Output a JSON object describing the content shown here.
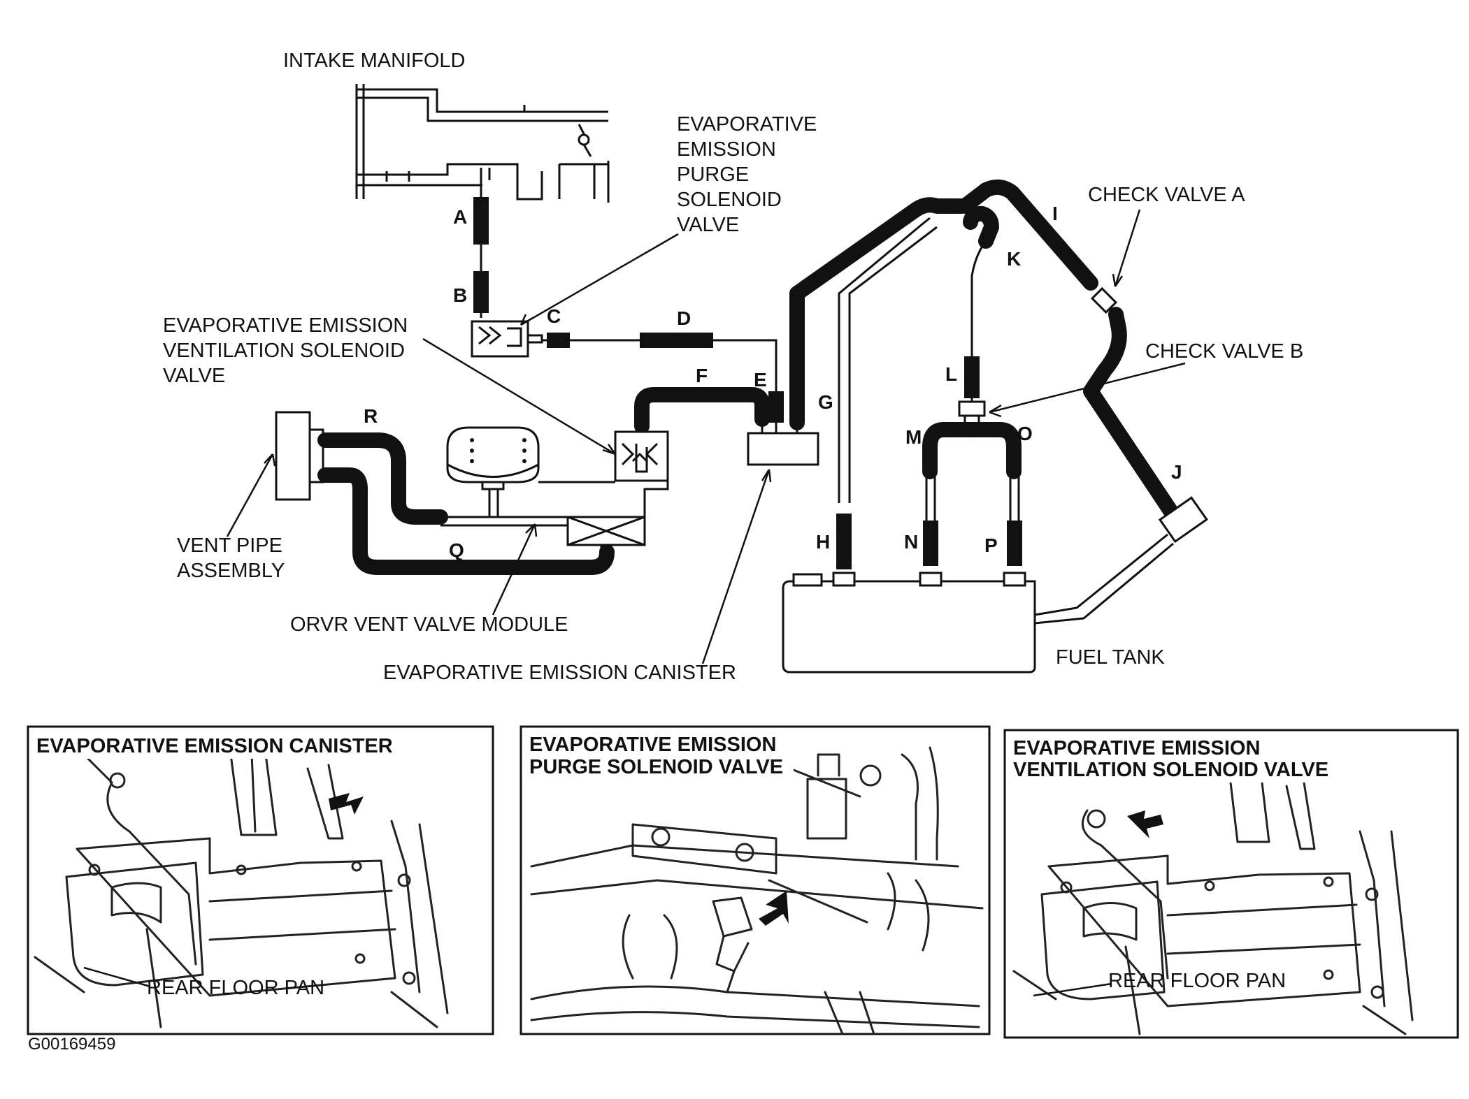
{
  "diagram": {
    "labels": {
      "intake_manifold": "INTAKE MANIFOLD",
      "purge_valve": [
        "EVAPORATIVE",
        "EMISSION",
        "PURGE",
        "SOLENOID",
        "VALVE"
      ],
      "vent_solenoid": [
        "EVAPORATIVE EMISSION",
        "VENTILATION SOLENOID",
        "VALVE"
      ],
      "vent_pipe": [
        "VENT PIPE",
        "ASSEMBLY"
      ],
      "orvr": "ORVR VENT VALVE MODULE",
      "canister": "EVAPORATIVE EMISSION CANISTER",
      "check_a": "CHECK VALVE A",
      "check_b": "CHECK VALVE B",
      "fuel_tank": "FUEL TANK"
    },
    "hose_letters": {
      "A": "A",
      "B": "B",
      "C": "C",
      "D": "D",
      "E": "E",
      "F": "F",
      "G": "G",
      "H": "H",
      "I": "I",
      "J": "J",
      "K": "K",
      "L": "L",
      "M": "M",
      "N": "N",
      "O": "O",
      "P": "P",
      "Q": "Q",
      "R": "R"
    }
  },
  "panels": [
    {
      "title": [
        "EVAPORATIVE EMISSION CANISTER"
      ],
      "callout": "REAR FLOOR PAN"
    },
    {
      "title": [
        "EVAPORATIVE EMISSION",
        "PURGE SOLENOID VALVE"
      ]
    },
    {
      "title": [
        "EVAPORATIVE EMISSION",
        "VENTILATION SOLENOID VALVE"
      ],
      "callout": "REAR FLOOR PAN"
    }
  ],
  "figure_code": "G00169459"
}
